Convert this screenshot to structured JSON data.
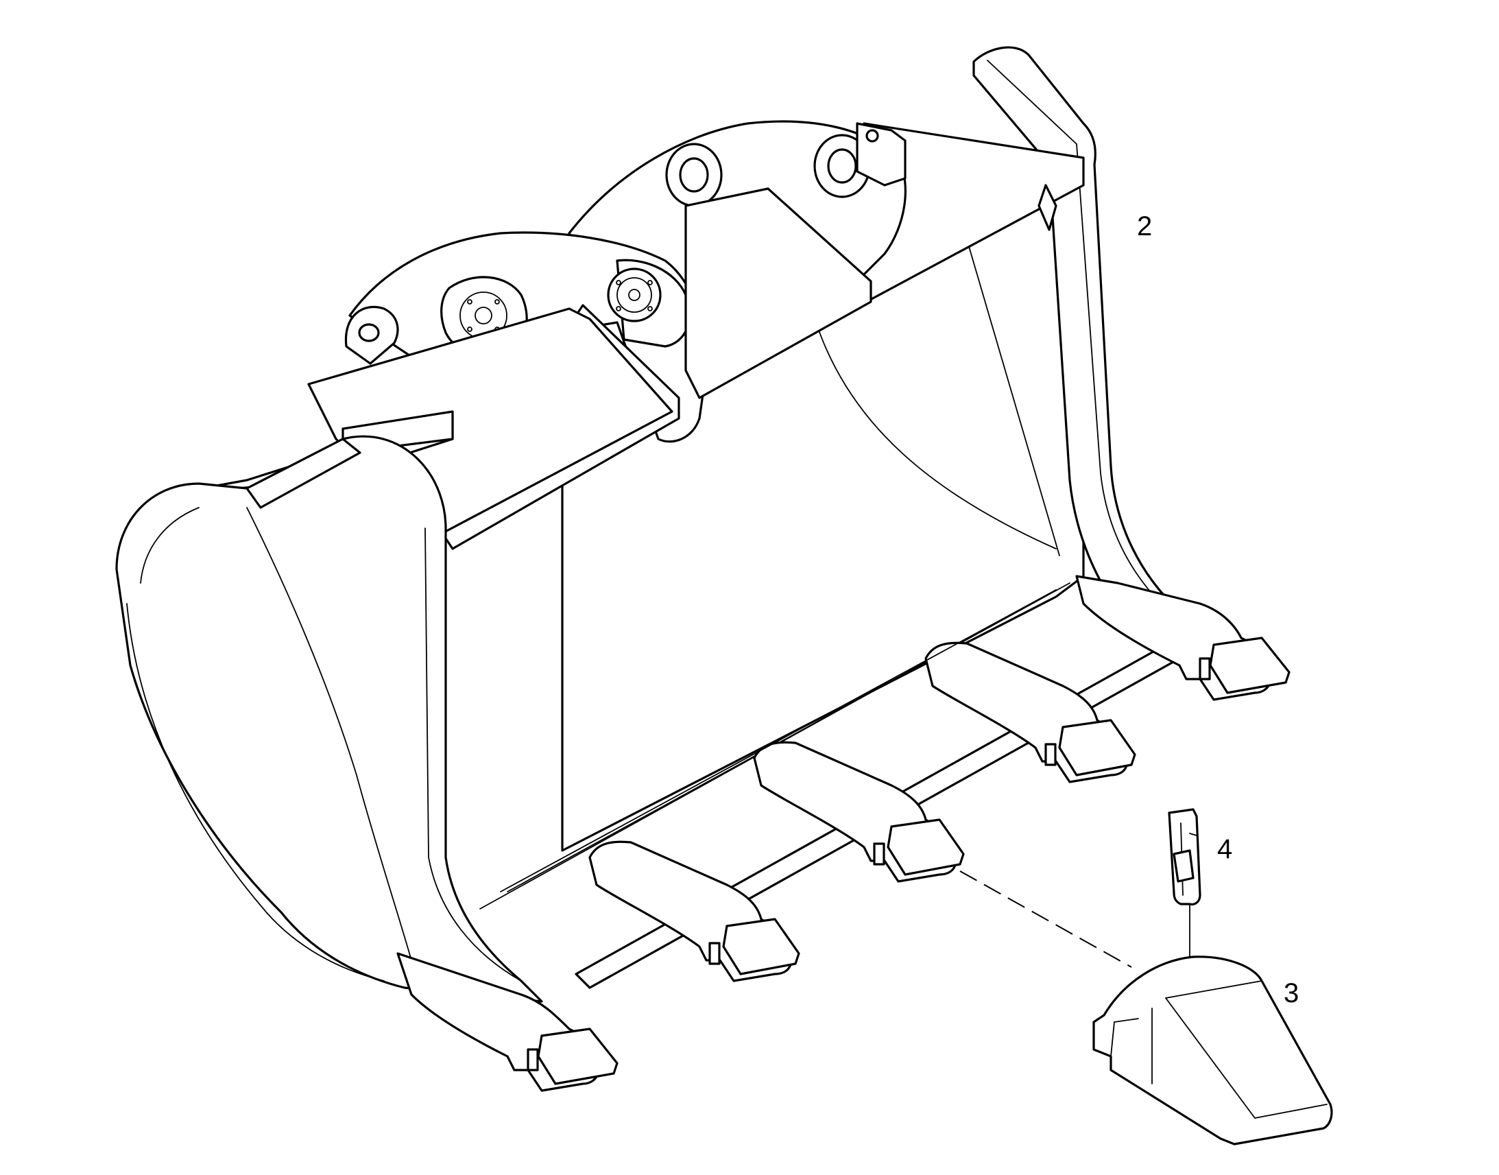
{
  "diagram": {
    "callouts": [
      {
        "id": "c2",
        "label": "2"
      },
      {
        "id": "c3",
        "label": "3"
      },
      {
        "id": "c4",
        "label": "4"
      }
    ],
    "line_color": "#000000",
    "background": "#ffffff"
  }
}
